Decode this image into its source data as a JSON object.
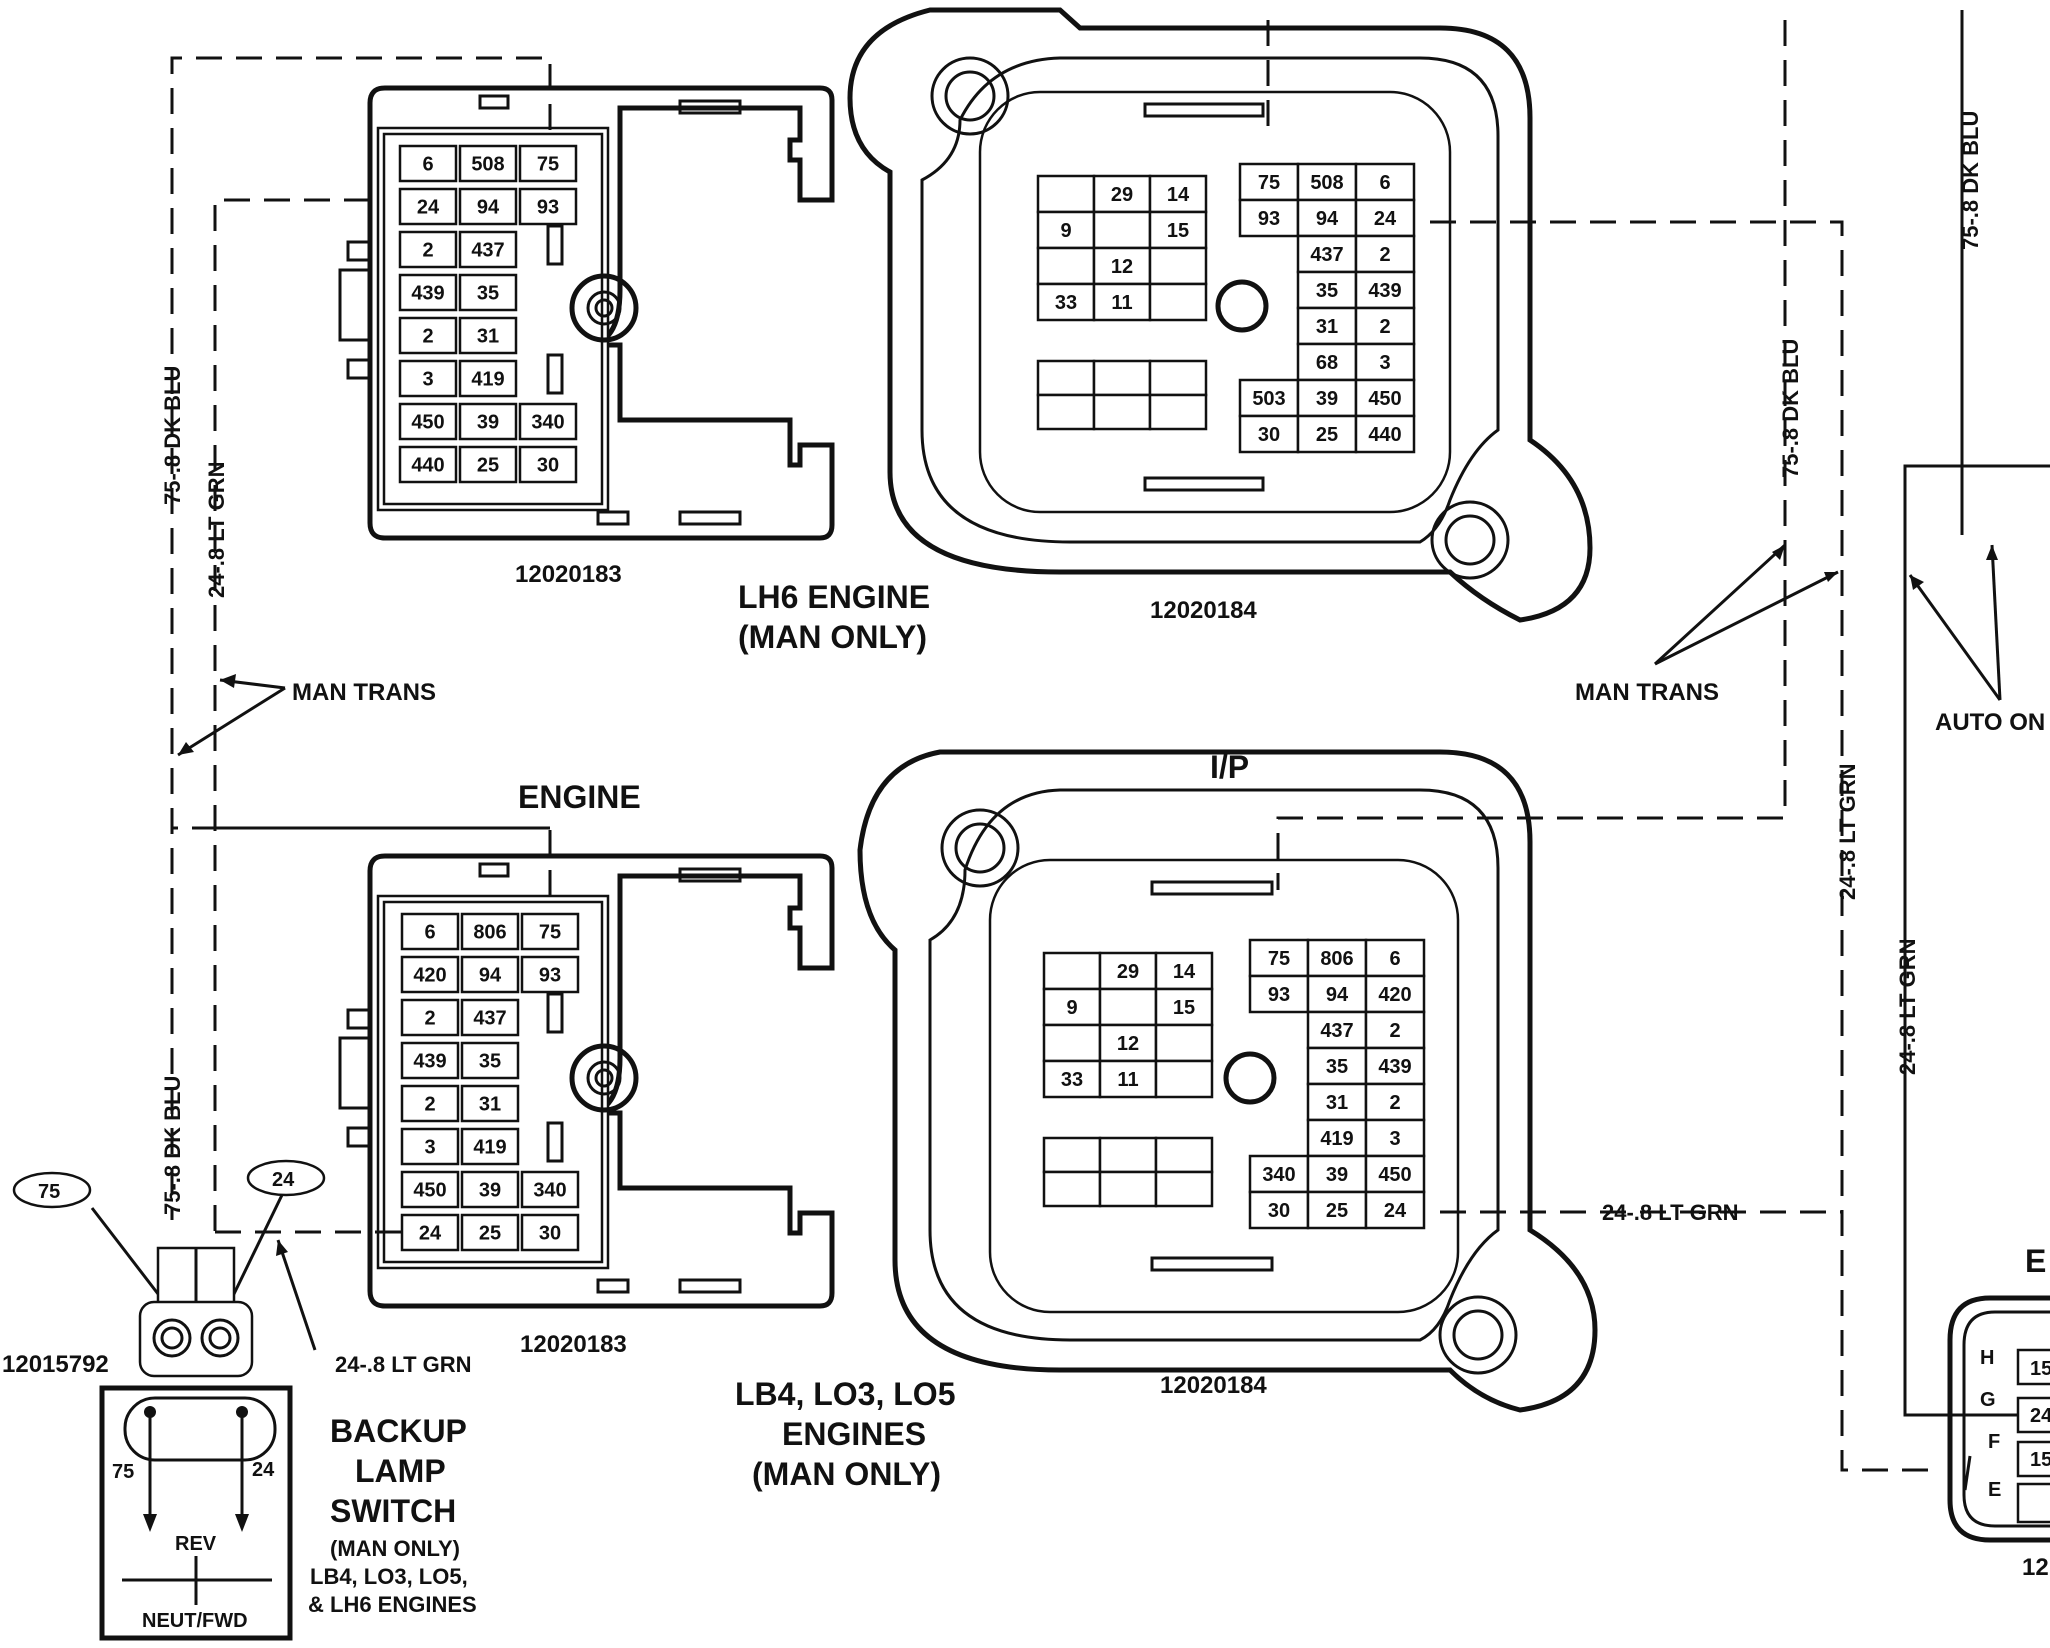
{
  "colors": {
    "ink": "#111111",
    "paper": "#ffffff"
  },
  "labels": {
    "lh6_engine_title": "LH6 ENGINE",
    "lh6_man_only": "(MAN ONLY)",
    "lb_engines_title": "LB4, LO3, LO5",
    "lb_engines_sub": "ENGINES",
    "lb_man_only": "(MAN ONLY)",
    "engine_heading": "ENGINE",
    "ip_heading": "I/P",
    "man_trans_left": "MAN TRANS",
    "man_trans_right": "MAN TRANS",
    "auto_only": "AUTO ON",
    "wire_75_dk_blu": "75-.8 DK BLU",
    "wire_24_lt_grn": "24-.8 LT GRN",
    "part_top_left": "12020183",
    "part_top_right": "12020184",
    "part_bottom_left": "12020183",
    "part_bottom_right": "12020184",
    "part_switch": "12015792",
    "part_right_edge": "12",
    "right_heading_partial": "E",
    "callout_75": "75",
    "callout_24": "24",
    "switch_title_1": "BACKUP",
    "switch_title_2": "LAMP",
    "switch_title_3": "SWITCH",
    "switch_note_1": "(MAN ONLY)",
    "switch_note_2": "LB4, LO3, LO5,",
    "switch_note_3": "& LH6 ENGINES",
    "switch_rev": "REV",
    "switch_neut_fwd": "NEUT/FWD",
    "switch_pin_75": "75",
    "switch_pin_24": "24",
    "right_pin_h": "H",
    "right_pin_g": "G",
    "right_pin_f": "F",
    "right_pin_e": "E",
    "right_cell_h": "15",
    "right_cell_g": "24",
    "right_cell_f": "15"
  },
  "engine_connector_top": [
    [
      "6",
      "508",
      "75"
    ],
    [
      "24",
      "94",
      "93"
    ],
    [
      "2",
      "437"
    ],
    [
      "439",
      "35"
    ],
    [
      "2",
      "31"
    ],
    [
      "3",
      "419"
    ],
    [
      "450",
      "39",
      "340"
    ],
    [
      "440",
      "25",
      "30"
    ]
  ],
  "engine_connector_bottom": [
    [
      "6",
      "806",
      "75"
    ],
    [
      "420",
      "94",
      "93"
    ],
    [
      "2",
      "437"
    ],
    [
      "439",
      "35"
    ],
    [
      "2",
      "31"
    ],
    [
      "3",
      "419"
    ],
    [
      "450",
      "39",
      "340"
    ],
    [
      "24",
      "25",
      "30"
    ]
  ],
  "ip_connector_top": {
    "left_block": [
      "29",
      "14",
      "9",
      "15",
      "12",
      "33",
      "11"
    ],
    "right_block": [
      [
        "75",
        "508",
        "6"
      ],
      [
        "93",
        "94",
        "24"
      ],
      [
        "437",
        "2"
      ],
      [
        "35",
        "439"
      ],
      [
        "31",
        "2"
      ],
      [
        "68",
        "3"
      ],
      [
        "503",
        "39",
        "450"
      ],
      [
        "30",
        "25",
        "440"
      ]
    ]
  },
  "ip_connector_bottom": {
    "left_block": [
      "29",
      "14",
      "9",
      "15",
      "12",
      "33",
      "11"
    ],
    "right_block": [
      [
        "75",
        "806",
        "6"
      ],
      [
        "93",
        "94",
        "420"
      ],
      [
        "437",
        "2"
      ],
      [
        "35",
        "439"
      ],
      [
        "31",
        "2"
      ],
      [
        "419",
        "3"
      ],
      [
        "340",
        "39",
        "450"
      ],
      [
        "30",
        "25",
        "24"
      ]
    ]
  }
}
